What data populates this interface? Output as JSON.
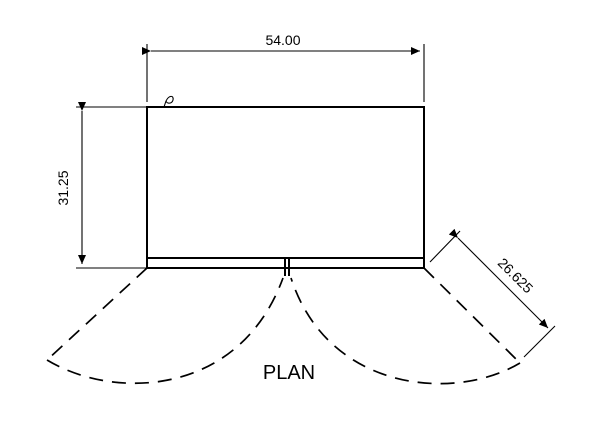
{
  "drawing": {
    "width_dimension": "54.00",
    "depth_dimension": "31.25",
    "door_dimension": "26.625",
    "view_label": "PLAN",
    "line_color": "#000000",
    "background_color": "#ffffff"
  }
}
